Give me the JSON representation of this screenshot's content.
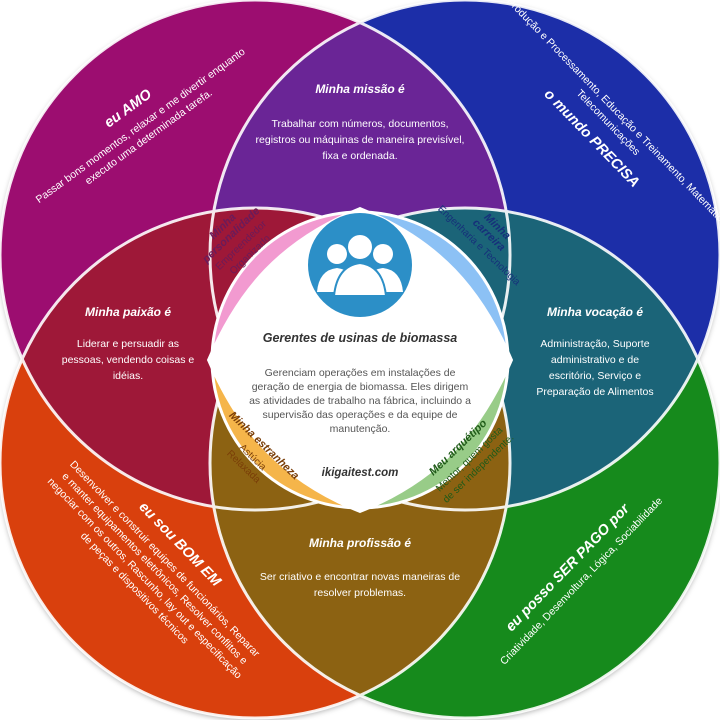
{
  "center": {
    "title": "Gerentes de usinas de biomassa",
    "desc": [
      "Gerenciam operações em instalações de",
      "geração de energia de biomassa. Eles dirigem",
      "as atividades de trabalho na fábrica, incluindo a",
      "supervisão das operações e da equipe de",
      "manutenção."
    ],
    "site": "ikigaitest.com",
    "icon": "people-group-icon"
  },
  "circles": {
    "love": {
      "title": "eu AMO",
      "lines": [
        "Passar bons momentos, relaxar e me divertir enquanto",
        "executo uma determinada tarefa."
      ],
      "color": "#9c1070"
    },
    "world": {
      "title": "o mundo PRECISA",
      "lines": [
        "Produção e Processamento, Educação e Treinamento, Matemática,",
        "Telecomunicações"
      ],
      "color": "#1f2fa8"
    },
    "good": {
      "title": "eu sou BOM EM",
      "lines": [
        "Desenvolver e construir equipes de funcionários, Reparar",
        "e manter equipamentos eletrônicos, Resolver conflitos e",
        "negociar com os outros, Rascunho, lay out e especificação",
        "de peças e dispositivos técnicos"
      ],
      "color": "#d9400c"
    },
    "paid": {
      "title": "eu posso SER PAGO por",
      "lines": [
        "Criatividade, Desenvoltura, Lógica, Sociabilidade"
      ],
      "color": "#178a1c"
    }
  },
  "overlaps": {
    "mission": {
      "title": "Minha missão é",
      "lines": [
        "Trabalhar com números, documentos,",
        "registros ou máquinas de maneira previsível,",
        "fixa e ordenada."
      ]
    },
    "passion": {
      "title": "Minha paixão é",
      "lines": [
        "Liderar e persuadir as",
        "pessoas, vendendo coisas e",
        "idéias."
      ]
    },
    "vocation": {
      "title": "Minha vocação é",
      "lines": [
        "Administração, Suporte",
        "administrativo e de",
        "escritório, Serviço e",
        "Preparação de Alimentos"
      ]
    },
    "profession": {
      "title": "Minha profissão é",
      "lines": [
        "Ser criativo e encontrar novas maneiras de",
        "resolver problemas."
      ]
    }
  },
  "petals": {
    "personality": {
      "title": [
        "Minha",
        "personalidade"
      ],
      "lines": [
        "Empreendedor",
        "Organizado"
      ],
      "color": "#f29ad0"
    },
    "career": {
      "title": [
        "Minha",
        "carreira"
      ],
      "lines": [
        "Engenharia e Tecnologia"
      ],
      "color": "#8cc1f5"
    },
    "strangeness": {
      "title": "Minha estranheza",
      "lines": [
        "Astúcia",
        "Relaxada"
      ],
      "color": "#f5b54a"
    },
    "archetype": {
      "title": "Meu arquétipo",
      "lines": [
        "Mentor, quem gosta",
        "de ser independente."
      ],
      "color": "#98cc88"
    }
  }
}
